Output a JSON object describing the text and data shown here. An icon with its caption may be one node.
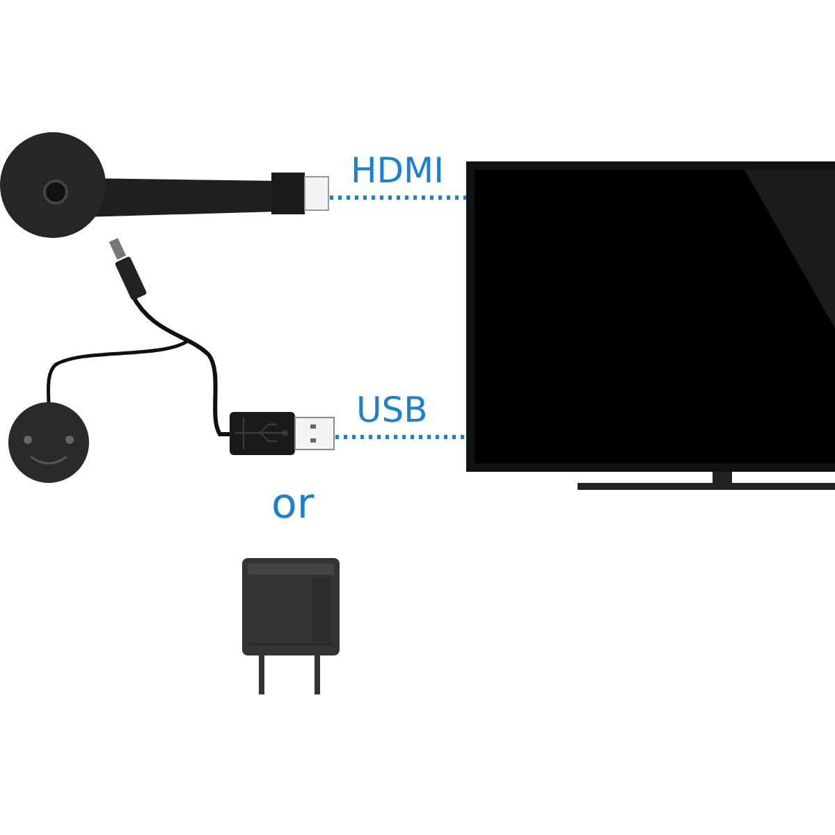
{
  "diagram": {
    "nodes": [
      {
        "text": [],
        "shape": "picture"
      },
      {
        "text": [],
        "shape": "picture"
      },
      {
        "text": [],
        "shape": "picture"
      },
      {
        "text": [],
        "shape": "picture"
      }
    ],
    "edges": [
      {
        "from": 0,
        "to": 2,
        "arrow": "none",
        "label": "HDMI",
        "style": "dashed"
      },
      {
        "from": 1,
        "to": 2,
        "arrow": "none",
        "label": "USB",
        "style": "dashed"
      }
    ],
    "labels": [
      "or"
    ]
  }
}
